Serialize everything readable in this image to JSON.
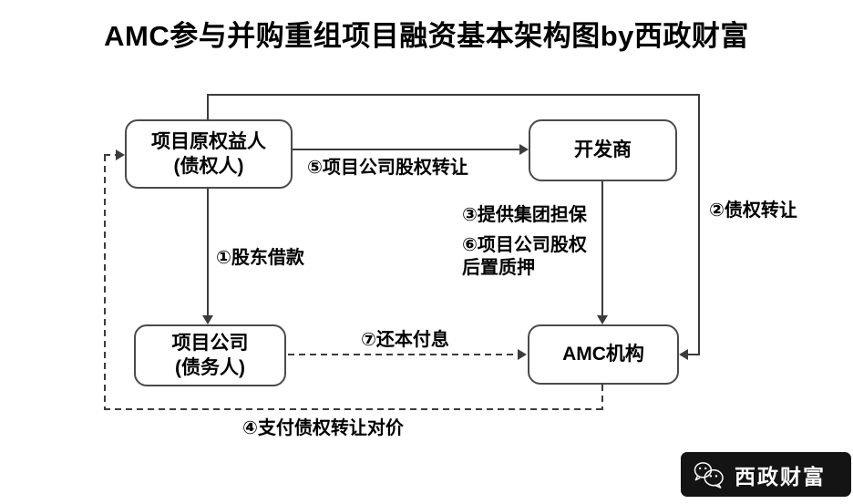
{
  "title": "AMC参与并购重组项目融资基本架构图by西政财富",
  "diagram": {
    "nodes": {
      "original_holder": {
        "line1": "项目原权益人",
        "line2": "(债权人)"
      },
      "developer": {
        "line1": "开发商"
      },
      "project_company": {
        "line1": "项目公司",
        "line2": "(债务人)"
      },
      "amc": {
        "line1": "AMC机构"
      }
    },
    "edges": {
      "shareholder_loan": "①股东借款",
      "debt_transfer": "②债权转让",
      "group_guarantee": "③提供集团担保",
      "payment_consideration": "④支付债权转让对价",
      "equity_transfer": "⑤项目公司股权转让",
      "equity_pledge_line1": "⑥项目公司股权",
      "equity_pledge_line2": "后置质押",
      "repayment": "⑦还本付息"
    }
  },
  "watermark": {
    "brand": "西政财富",
    "icon": "wechat-icon"
  },
  "colors": {
    "line": "#3c3c3c",
    "text": "#000000",
    "badge_bg": "#141414",
    "badge_text": "#ffffff"
  }
}
